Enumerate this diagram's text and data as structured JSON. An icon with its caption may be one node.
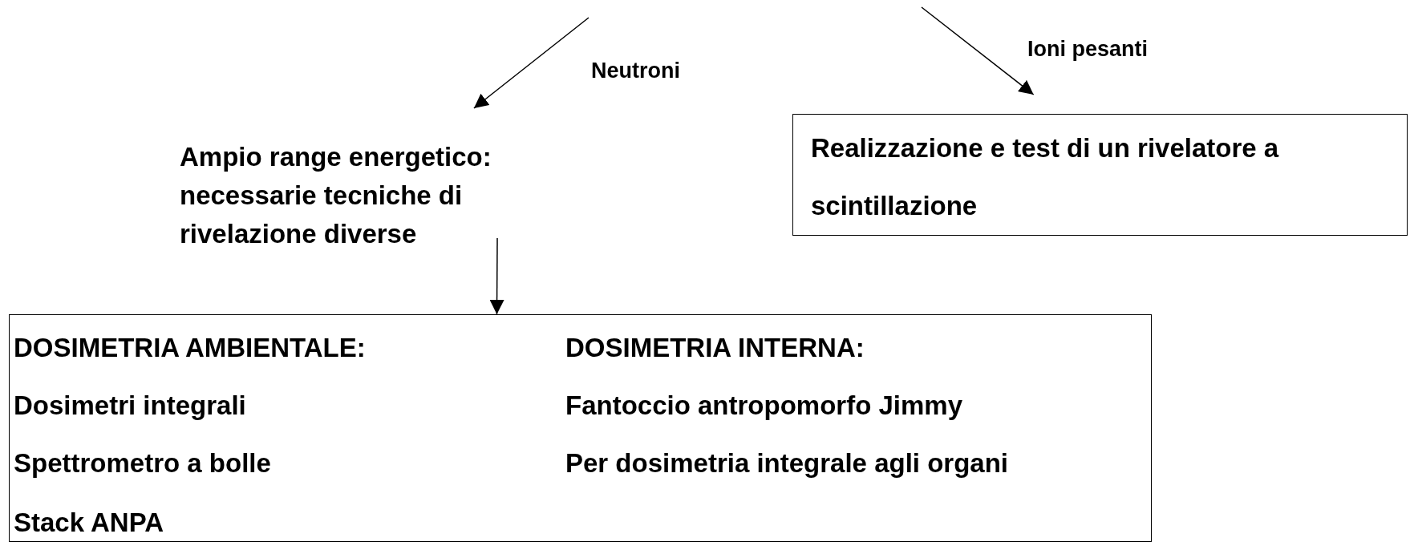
{
  "diagram": {
    "nodes": [
      {
        "text": [
          "Ampio range energetico: necessarie tecniche di rivelazione diverse"
        ]
      },
      {
        "text": [
          "Realizzazione e test di un rivelatore a scintillazione"
        ]
      },
      {
        "text": [
          "DOSIMETRIA AMBIENTALE:",
          "Dosimetri integrali",
          "Spettrometro a bolle",
          "Stack ANPA",
          "DOSIMETRIA INTERNA:",
          "Fantoccio antropomorfo Jimmy",
          "Per dosimetria integrale agli organi"
        ]
      }
    ],
    "edges": [
      {
        "from": null,
        "to": 0,
        "arrow": "to",
        "label": "Neutroni"
      },
      {
        "from": null,
        "to": 1,
        "arrow": "to",
        "label": "Ioni pesanti"
      },
      {
        "from": 0,
        "to": 2,
        "arrow": "to"
      }
    ]
  }
}
